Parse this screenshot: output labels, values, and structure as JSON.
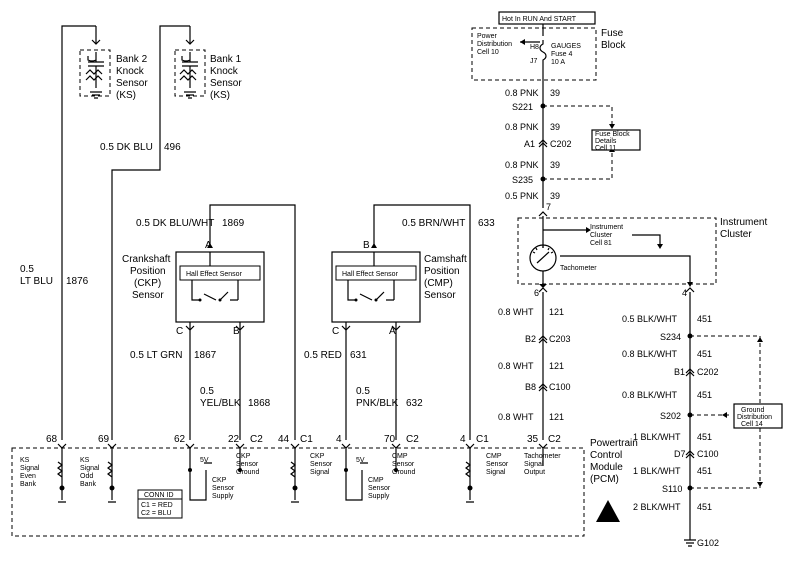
{
  "top": {
    "hot_label": "Hot In RUN And START",
    "fuse_block": {
      "line1": "Fuse",
      "line2": "Block"
    },
    "power_dist": {
      "line1": "Power",
      "line2": "Distribution",
      "line3": "Cell 10"
    },
    "h8": "H8",
    "j7": "J7",
    "gauges_fuse": {
      "line1": "GAUGES",
      "line2": "Fuse 4",
      "line3": "10 A"
    }
  },
  "knock_sensors": {
    "bank2": {
      "line1": "Bank 2",
      "line2": "Knock",
      "line3": "Sensor",
      "line4": "(KS)"
    },
    "bank1": {
      "line1": "Bank 1",
      "line2": "Knock",
      "line3": "Sensor",
      "line4": "(KS)"
    }
  },
  "wires_left": {
    "ks1876": {
      "size": "0.5",
      "color": "LT BLU",
      "circuit": "1876"
    },
    "ks496": {
      "size_color": "0.5 DK BLU",
      "circuit": "496"
    },
    "ckp1869": {
      "size_color": "0.5 DK BLU/WHT",
      "circuit": "1869"
    },
    "ckp1867": {
      "size_color": "0.5 LT GRN",
      "circuit": "1867"
    },
    "ckp1868": {
      "size": "0.5",
      "color": "YEL/BLK",
      "circuit": "1868"
    },
    "cmp633": {
      "size_color": "0.5 BRN/WHT",
      "circuit": "633"
    },
    "cmp631": {
      "size_color": "0.5 RED",
      "circuit": "631"
    },
    "cmp632": {
      "size": "0.5",
      "color": "PNK/BLK",
      "circuit": "632"
    }
  },
  "ckp_sensor": {
    "line1": "Crankshaft",
    "line2": "Position",
    "line3": "(CKP)",
    "line4": "Sensor",
    "hall": "Hall Effect Sensor",
    "pin_a": "A",
    "pin_b": "B",
    "pin_c": "C"
  },
  "cmp_sensor": {
    "line1": "Camshaft",
    "line2": "Position",
    "line3": "(CMP)",
    "line4": "Sensor",
    "hall": "Hall Effect Sensor",
    "pin_a": "A",
    "pin_b": "B",
    "pin_c": "C"
  },
  "right_chain": {
    "w1": {
      "size_color": "0.8 PNK",
      "circuit": "39"
    },
    "s221": "S221",
    "w2": {
      "size_color": "0.8 PNK",
      "circuit": "39"
    },
    "c202": {
      "pin": "A1",
      "conn": "C202"
    },
    "w3": {
      "size_color": "0.8 PNK",
      "circuit": "39"
    },
    "s235": "S235",
    "w4": {
      "size_color": "0.5 PNK",
      "circuit": "39"
    },
    "pin7": "7",
    "fuse_details": {
      "line1": "Fuse Block",
      "line2": "Details",
      "line3": "Cell 11"
    }
  },
  "cluster": {
    "title1": "Instrument",
    "title2": "Cluster",
    "ref": {
      "line1": "Instrument",
      "line2": "Cluster",
      "line3": "Cell 81"
    },
    "tach": "Tachometer",
    "pin6": "6",
    "pin4": "4"
  },
  "tach_chain": {
    "w1": {
      "size_color": "0.8 WHT",
      "circuit": "121"
    },
    "c203": {
      "pin": "B2",
      "conn": "C203"
    },
    "w2": {
      "size_color": "0.8 WHT",
      "circuit": "121"
    },
    "c100": {
      "pin": "B8",
      "conn": "C100"
    },
    "w3": {
      "size_color": "0.8 WHT",
      "circuit": "121"
    }
  },
  "ground_chain": {
    "w1": {
      "size_color": "0.5 BLK/WHT",
      "circuit": "451"
    },
    "s234": "S234",
    "w2": {
      "size_color": "0.8 BLK/WHT",
      "circuit": "451"
    },
    "c202": {
      "pin": "B1",
      "conn": "C202"
    },
    "w3": {
      "size_color": "0.8 BLK/WHT",
      "circuit": "451"
    },
    "s202": "S202",
    "w4": {
      "size_color": "1 BLK/WHT",
      "circuit": "451"
    },
    "c100": {
      "pin": "D7",
      "conn": "C100"
    },
    "w5": {
      "size_color": "1 BLK/WHT",
      "circuit": "451"
    },
    "s110": "S110",
    "w6": {
      "size_color": "2 BLK/WHT",
      "circuit": "451"
    },
    "g102": "G102",
    "ground_dist": {
      "line1": "Ground",
      "line2": "Distribution",
      "line3": "Cell 14"
    }
  },
  "pcm": {
    "title1": "Powertrain",
    "title2": "Control",
    "title3": "Module",
    "title4": "(PCM)",
    "pins": {
      "p68": "68",
      "p69": "69",
      "p62": "62",
      "p22": "22",
      "c2a": "C2",
      "p44": "44",
      "c1a": "C1",
      "p4a": "4",
      "p70": "70",
      "c2b": "C2",
      "p4b": "4",
      "c1b": "C1",
      "p35": "35",
      "c2c": "C2"
    },
    "ks_even": {
      "line1": "KS",
      "line2": "Signal",
      "line3": "Even",
      "line4": "Bank"
    },
    "ks_odd": {
      "line1": "KS",
      "line2": "Signal",
      "line3": "Odd",
      "line4": "Bank"
    },
    "ckp_supply": {
      "v": "5V",
      "line1": "CKP",
      "line2": "Sensor",
      "line3": "Supply"
    },
    "ckp_ground": {
      "line1": "CKP",
      "line2": "Sensor",
      "line3": "Ground"
    },
    "ckp_signal": {
      "line1": "CKP",
      "line2": "Sensor",
      "line3": "Signal"
    },
    "cmp_supply": {
      "v": "5V",
      "line1": "CMP",
      "line2": "Sensor",
      "line3": "Supply"
    },
    "cmp_ground": {
      "line1": "CMP",
      "line2": "Sensor",
      "line3": "Ground"
    },
    "cmp_signal": {
      "line1": "CMP",
      "line2": "Sensor",
      "line3": "Signal"
    },
    "tach_out": {
      "line1": "Tachometer",
      "line2": "Signal",
      "line3": "Output"
    },
    "conn_id": {
      "title": "CONN ID",
      "c1": "C1 = RED",
      "c2": "C2 = BLU"
    }
  }
}
